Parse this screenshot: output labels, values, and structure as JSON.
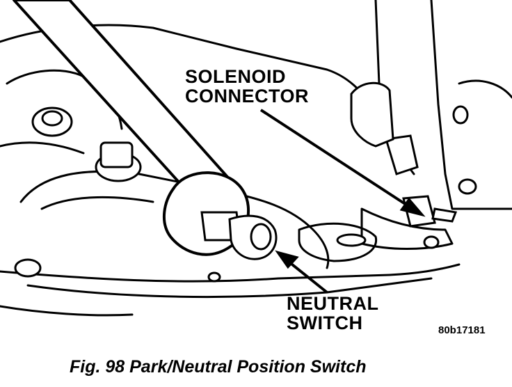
{
  "callouts": {
    "solenoid_connector": {
      "line1": "SOLENOID",
      "line2": "CONNECTOR"
    },
    "neutral_switch": {
      "line1": "NEUTRAL",
      "line2": "SWITCH"
    }
  },
  "figure_code": "80b17181",
  "caption": "Fig. 98 Park/Neutral Position Switch",
  "colors": {
    "ink": "#000000",
    "paper": "#ffffff"
  }
}
